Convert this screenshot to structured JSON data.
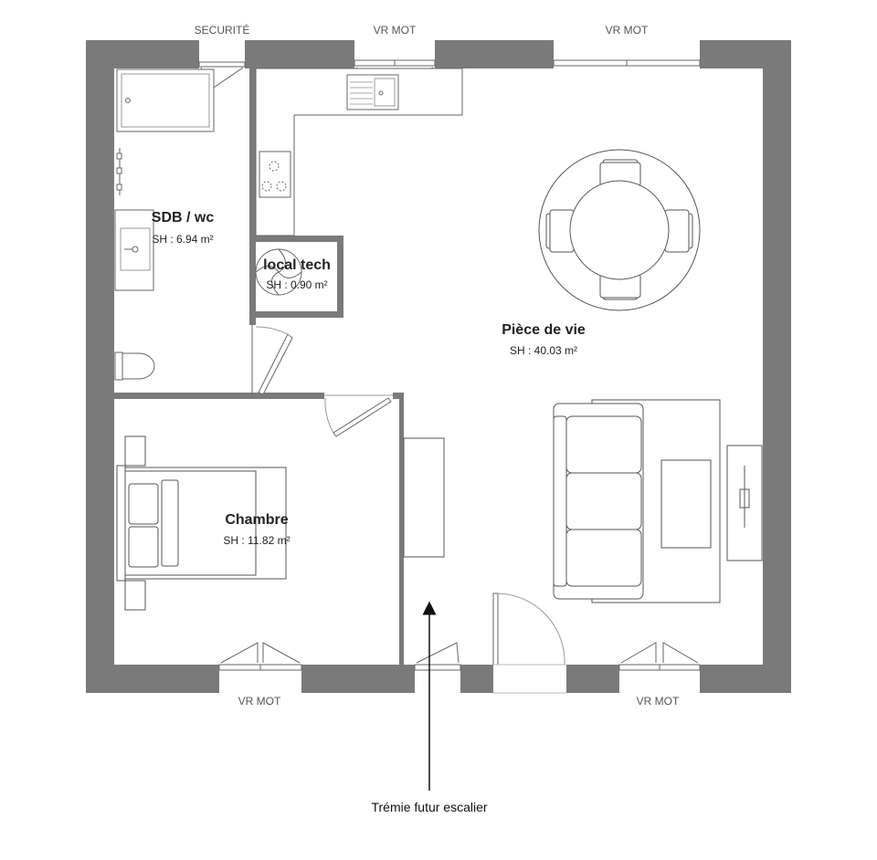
{
  "rooms": {
    "sdb": {
      "name": "SDB / wc",
      "area": "SH : 6.94 m²"
    },
    "local_tech": {
      "name": "local tech",
      "area": "SH : 0.90 m²"
    },
    "piece_de_vie": {
      "name": "Pièce de vie",
      "area": "SH : 40.03 m²"
    },
    "chambre": {
      "name": "Chambre",
      "area": "SH : 11.82 m²"
    }
  },
  "openings": {
    "top_left": "SECURITÉ",
    "top_mid": "VR MOT",
    "top_right": "VR MOT",
    "bottom_left": "VR MOT",
    "bottom_right": "VR MOT"
  },
  "annotation": {
    "stair": "Trémie futur escalier"
  },
  "colors": {
    "wall": "#7a7a7a",
    "line": "#555555",
    "background": "#ffffff"
  }
}
